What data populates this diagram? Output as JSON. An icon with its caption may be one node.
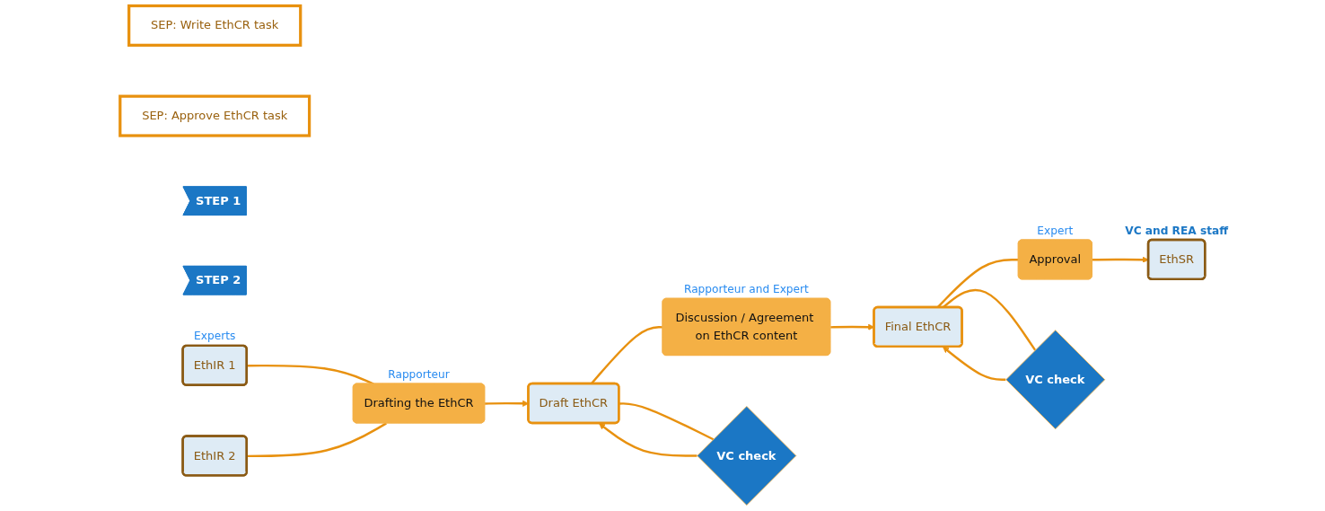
{
  "diagram": {
    "nodes": [
      {
        "text": [
          "SEP: Write EthCR task"
        ]
      },
      {
        "text": [
          "SEP: Approve EthCR task"
        ]
      },
      {
        "text": [
          "STEP 1"
        ]
      },
      {
        "text": [
          "STEP 2"
        ]
      },
      {
        "text": [
          "EthIR 1"
        ],
        "beside": [
          "Experts"
        ]
      },
      {
        "text": [
          "EthIR 2"
        ]
      },
      {
        "text": [
          "Drafting the EthCR"
        ],
        "beside": [
          "Rapporteur"
        ]
      },
      {
        "text": [
          "Draft EthCR"
        ]
      },
      {
        "text": [
          "Discussion / Agreement on EthCR content"
        ],
        "beside": [
          "Rapporteur and Expert"
        ]
      },
      {
        "text": [
          "Final EthCR"
        ]
      },
      {
        "text": [
          "Approval"
        ],
        "beside": [
          "Expert"
        ]
      },
      {
        "text": [
          "EthSR"
        ],
        "beside": [
          "VC and REA staff"
        ]
      },
      {
        "text": [
          "VC check"
        ]
      },
      {
        "text": [
          "VC check"
        ]
      }
    ],
    "edges": [
      {
        "from": 4,
        "to": 6,
        "arrow": "none"
      },
      {
        "from": 5,
        "to": 6,
        "arrow": "none"
      },
      {
        "from": 6,
        "to": 7,
        "arrow": "to"
      },
      {
        "from": 7,
        "to": 8,
        "arrow": "none"
      },
      {
        "from": 8,
        "to": 9,
        "arrow": "to"
      },
      {
        "from": 9,
        "to": 10,
        "arrow": "none"
      },
      {
        "from": 10,
        "to": 11,
        "arrow": "to"
      },
      {
        "from": 7,
        "to": 12,
        "arrow": "none"
      },
      {
        "from": 12,
        "to": 7,
        "arrow": "to"
      },
      {
        "from": 9,
        "to": 13,
        "arrow": "none"
      },
      {
        "from": 13,
        "to": 9,
        "arrow": "to"
      }
    ]
  }
}
